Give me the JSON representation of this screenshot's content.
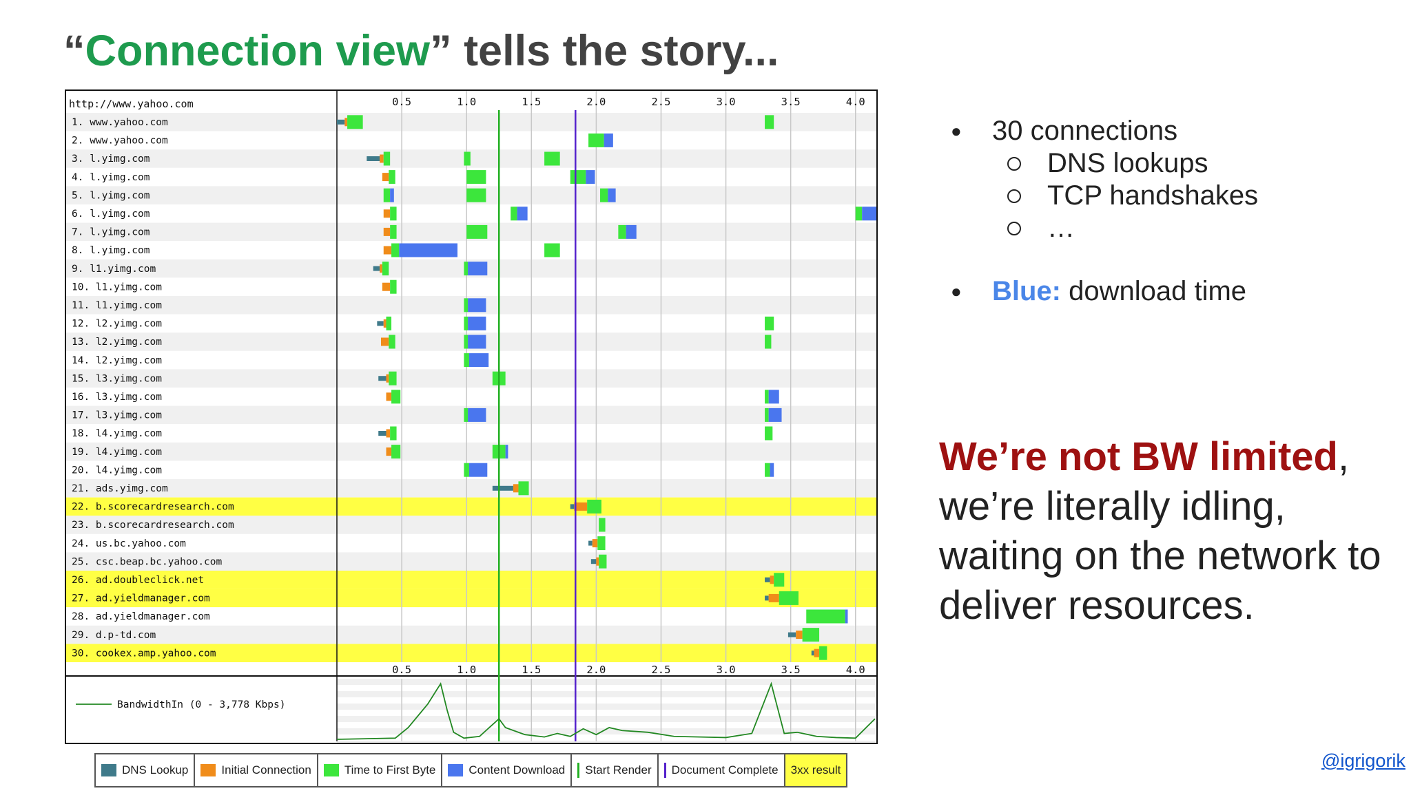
{
  "title": {
    "quote_open": "“",
    "highlight": "Connection view",
    "quote_close": "”",
    "rest": " tells the story..."
  },
  "page_url": "http://www.yahoo.com",
  "time_axis": {
    "ticks": [
      "0.5",
      "1.0",
      "1.5",
      "2.0",
      "2.5",
      "3.0",
      "3.5",
      "4.0"
    ],
    "max": 4.15
  },
  "markers": {
    "start_render": 1.25,
    "document_complete": 1.84
  },
  "colors": {
    "dns": "#3f7a8a",
    "initial_connection": "#f08c1a",
    "ttfb": "#3ce63c",
    "download": "#4a76ee",
    "start_render": "#23b023",
    "document_complete": "#5522cc",
    "highlight_3xx": "#ffff44",
    "bandwidth_line": "#228822",
    "title_highlight": "#1e9b4e",
    "blue_label": "#4a86e8",
    "statement_red": "#9e1111"
  },
  "connections": [
    {
      "label": "1. www.yahoo.com",
      "hl": false,
      "segs": [
        [
          0,
          0.06,
          0.02,
          0.12
        ],
        [
          3.3,
          0,
          0,
          0.07,
          0
        ]
      ]
    },
    {
      "label": "2. www.yahoo.com",
      "hl": false,
      "segs": [
        [
          1.94,
          0,
          0,
          0.12,
          0.07
        ]
      ]
    },
    {
      "label": "3. l.yimg.com",
      "hl": false,
      "segs": [
        [
          0.23,
          0.1,
          0.03,
          0.05,
          0
        ],
        [
          0.98,
          0,
          0,
          0.05,
          0
        ],
        [
          1.6,
          0,
          0,
          0.12,
          0
        ]
      ]
    },
    {
      "label": "4. l.yimg.com",
      "hl": false,
      "segs": [
        [
          0.35,
          0,
          0.05,
          0.05,
          0
        ],
        [
          1.0,
          0,
          0,
          0.15,
          0
        ],
        [
          1.8,
          0,
          0,
          0.12,
          0.07
        ]
      ]
    },
    {
      "label": "5. l.yimg.com",
      "hl": false,
      "segs": [
        [
          0.36,
          0,
          0,
          0.05,
          0.03
        ],
        [
          1.0,
          0,
          0,
          0.15,
          0
        ],
        [
          2.03,
          0,
          0,
          0.06,
          0.06
        ]
      ]
    },
    {
      "label": "6. l.yimg.com",
      "hl": false,
      "segs": [
        [
          0.36,
          0,
          0.05,
          0.05,
          0
        ],
        [
          1.34,
          0,
          0,
          0.05,
          0.08
        ],
        [
          4.0,
          0,
          0,
          0.05,
          0.13
        ]
      ]
    },
    {
      "label": "7. l.yimg.com",
      "hl": false,
      "segs": [
        [
          0.36,
          0,
          0.05,
          0.05,
          0
        ],
        [
          1.0,
          0,
          0,
          0.16,
          0
        ],
        [
          2.17,
          0,
          0,
          0.06,
          0.08
        ]
      ]
    },
    {
      "label": "8. l.yimg.com",
      "hl": false,
      "segs": [
        [
          0.36,
          0,
          0.06,
          0.06,
          0.45
        ],
        [
          1.6,
          0,
          0,
          0.12,
          0
        ]
      ]
    },
    {
      "label": "9. l1.yimg.com",
      "hl": false,
      "segs": [
        [
          0.28,
          0.05,
          0.02,
          0.05,
          0
        ],
        [
          0.98,
          0,
          0,
          0.03,
          0.15
        ]
      ]
    },
    {
      "label": "10. l1.yimg.com",
      "hl": false,
      "segs": [
        [
          0.35,
          0,
          0.06,
          0.05,
          0
        ]
      ]
    },
    {
      "label": "11. l1.yimg.com",
      "hl": false,
      "segs": [
        [
          0.98,
          0,
          0,
          0.03,
          0.14
        ]
      ]
    },
    {
      "label": "12. l2.yimg.com",
      "hl": false,
      "segs": [
        [
          0.31,
          0.05,
          0.02,
          0.04,
          0
        ],
        [
          0.98,
          0,
          0,
          0.03,
          0.14
        ],
        [
          3.3,
          0,
          0,
          0.07,
          0
        ]
      ]
    },
    {
      "label": "13. l2.yimg.com",
      "hl": false,
      "segs": [
        [
          0.34,
          0,
          0.06,
          0.05,
          0
        ],
        [
          0.98,
          0,
          0,
          0.03,
          0.14
        ],
        [
          3.3,
          0,
          0,
          0.05,
          0
        ]
      ]
    },
    {
      "label": "14. l2.yimg.com",
      "hl": false,
      "segs": [
        [
          0.98,
          0,
          0,
          0.04,
          0.15
        ]
      ]
    },
    {
      "label": "15. l3.yimg.com",
      "hl": false,
      "segs": [
        [
          0.32,
          0.06,
          0.02,
          0.06,
          0
        ],
        [
          1.2,
          0,
          0,
          0.1,
          0
        ]
      ]
    },
    {
      "label": "16. l3.yimg.com",
      "hl": false,
      "segs": [
        [
          0.38,
          0,
          0.04,
          0.07,
          0
        ],
        [
          3.3,
          0,
          0,
          0.03,
          0.08
        ]
      ]
    },
    {
      "label": "17. l3.yimg.com",
      "hl": false,
      "segs": [
        [
          0.98,
          0,
          0,
          0.03,
          0.14
        ],
        [
          3.3,
          0,
          0,
          0.03,
          0.1
        ]
      ]
    },
    {
      "label": "18. l4.yimg.com",
      "hl": false,
      "segs": [
        [
          0.32,
          0.06,
          0.03,
          0.05,
          0
        ],
        [
          3.3,
          0,
          0,
          0.06,
          0
        ]
      ]
    },
    {
      "label": "19. l4.yimg.com",
      "hl": false,
      "segs": [
        [
          0.38,
          0,
          0.04,
          0.07,
          0
        ],
        [
          1.2,
          0,
          0,
          0.1,
          0.02
        ]
      ]
    },
    {
      "label": "20. l4.yimg.com",
      "hl": false,
      "segs": [
        [
          0.98,
          0,
          0,
          0.04,
          0.14
        ],
        [
          3.3,
          0,
          0,
          0.04,
          0.03
        ]
      ]
    },
    {
      "label": "21. ads.yimg.com",
      "hl": false,
      "segs": [
        [
          1.2,
          0.16,
          0.04,
          0.08,
          0
        ]
      ]
    },
    {
      "label": "22. b.scorecardresearch.com",
      "hl": true,
      "segs": [
        [
          1.8,
          0.03,
          0.1,
          0.11,
          0
        ]
      ]
    },
    {
      "label": "23. b.scorecardresearch.com",
      "hl": false,
      "segs": [
        [
          2.02,
          0,
          0,
          0.05,
          0
        ]
      ]
    },
    {
      "label": "24. us.bc.yahoo.com",
      "hl": false,
      "segs": [
        [
          1.94,
          0.03,
          0.04,
          0.06,
          0
        ]
      ]
    },
    {
      "label": "25. csc.beap.bc.yahoo.com",
      "hl": false,
      "segs": [
        [
          1.96,
          0.04,
          0.02,
          0.06,
          0
        ]
      ]
    },
    {
      "label": "26. ad.doubleclick.net",
      "hl": true,
      "segs": [
        [
          3.3,
          0.04,
          0.03,
          0.08,
          0
        ]
      ]
    },
    {
      "label": "27. ad.yieldmanager.com",
      "hl": true,
      "segs": [
        [
          3.3,
          0.03,
          0.08,
          0.15,
          0
        ]
      ]
    },
    {
      "label": "28. ad.yieldmanager.com",
      "hl": false,
      "segs": [
        [
          3.62,
          0,
          0,
          0.3,
          0.02
        ]
      ]
    },
    {
      "label": "29. d.p-td.com",
      "hl": false,
      "segs": [
        [
          3.48,
          0.06,
          0.05,
          0.13,
          0
        ]
      ]
    },
    {
      "label": "30. cookex.amp.yahoo.com",
      "hl": true,
      "segs": [
        [
          3.66,
          0.02,
          0.04,
          0.06,
          0
        ]
      ]
    }
  ],
  "bandwidth": {
    "label": "BandwidthIn (0 - 3,778 Kbps)",
    "points": [
      [
        0,
        0
      ],
      [
        0.45,
        0.02
      ],
      [
        0.55,
        0.2
      ],
      [
        0.7,
        0.6
      ],
      [
        0.8,
        0.95
      ],
      [
        0.85,
        0.5
      ],
      [
        0.9,
        0.12
      ],
      [
        0.98,
        0.02
      ],
      [
        1.1,
        0.05
      ],
      [
        1.25,
        0.35
      ],
      [
        1.3,
        0.2
      ],
      [
        1.45,
        0.08
      ],
      [
        1.6,
        0.04
      ],
      [
        1.7,
        0.1
      ],
      [
        1.8,
        0.05
      ],
      [
        1.9,
        0.18
      ],
      [
        2.0,
        0.08
      ],
      [
        2.1,
        0.2
      ],
      [
        2.2,
        0.15
      ],
      [
        2.4,
        0.12
      ],
      [
        2.6,
        0.05
      ],
      [
        2.8,
        0.04
      ],
      [
        3.0,
        0.03
      ],
      [
        3.2,
        0.1
      ],
      [
        3.35,
        0.95
      ],
      [
        3.45,
        0.1
      ],
      [
        3.55,
        0.12
      ],
      [
        3.7,
        0.05
      ],
      [
        3.85,
        0.03
      ],
      [
        4.0,
        0.02
      ],
      [
        4.15,
        0.35
      ]
    ]
  },
  "legend": [
    {
      "label": "DNS Lookup",
      "key": "dns",
      "kind": "box"
    },
    {
      "label": "Initial Connection",
      "key": "initial_connection",
      "kind": "box"
    },
    {
      "label": "Time to First Byte",
      "key": "ttfb",
      "kind": "box"
    },
    {
      "label": "Content Download",
      "key": "download",
      "kind": "box"
    },
    {
      "label": "Start Render",
      "key": "start_render",
      "kind": "line"
    },
    {
      "label": "Document Complete",
      "key": "document_complete",
      "kind": "line"
    },
    {
      "label": "3xx result",
      "key": "highlight_3xx",
      "kind": "hl"
    }
  ],
  "bullets": {
    "main1": "30 connections",
    "subs": [
      "DNS lookups",
      "TCP handshakes",
      "…"
    ],
    "main2_blue": "Blue:",
    "main2_rest": " download time"
  },
  "statement": {
    "bold_red": "We’re not BW limited",
    "after_bold": ",",
    "line2": "we’re literally idling,",
    "line3": "waiting on the network to",
    "line4": "deliver resources."
  },
  "handle": "@igrigorik"
}
